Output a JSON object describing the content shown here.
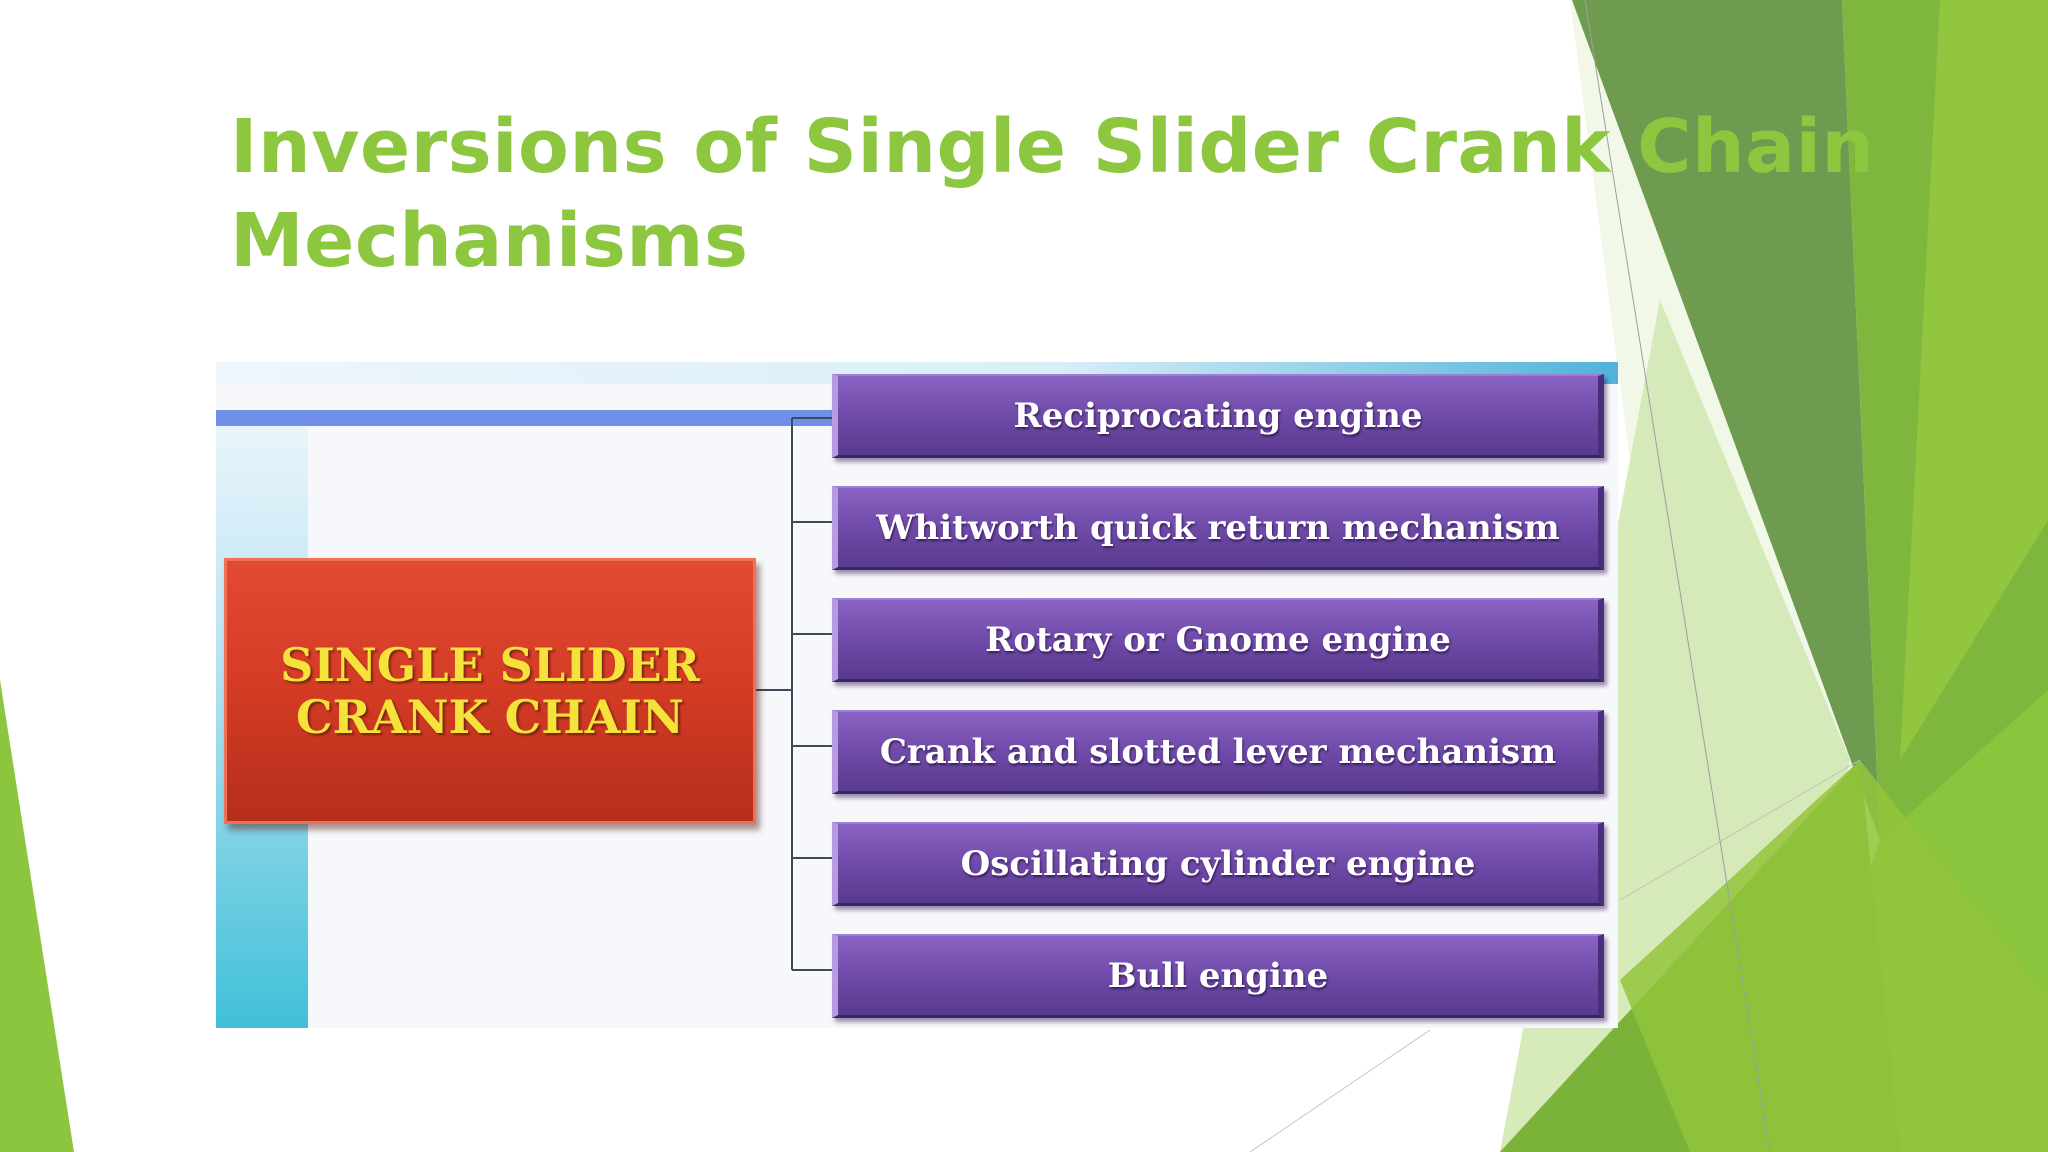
{
  "slide": {
    "title_line1": "Inversions of Single Slider Crank Chain",
    "title_line2": "Mechanisms"
  },
  "diagram": {
    "root": "SINGLE SLIDER\nCRANK CHAIN",
    "children": [
      "Reciprocating engine",
      "Whitworth quick return mechanism",
      "Rotary or Gnome engine",
      "Crank and slotted lever mechanism",
      "Oscillating cylinder engine",
      "Bull engine"
    ]
  },
  "colors": {
    "title": "#8dc63f",
    "root_fill": "#d33b24",
    "root_text": "#f5e23a",
    "child_fill": "#6f4aa8",
    "child_text": "#ffffff",
    "accent_green": "#8dc63f"
  }
}
